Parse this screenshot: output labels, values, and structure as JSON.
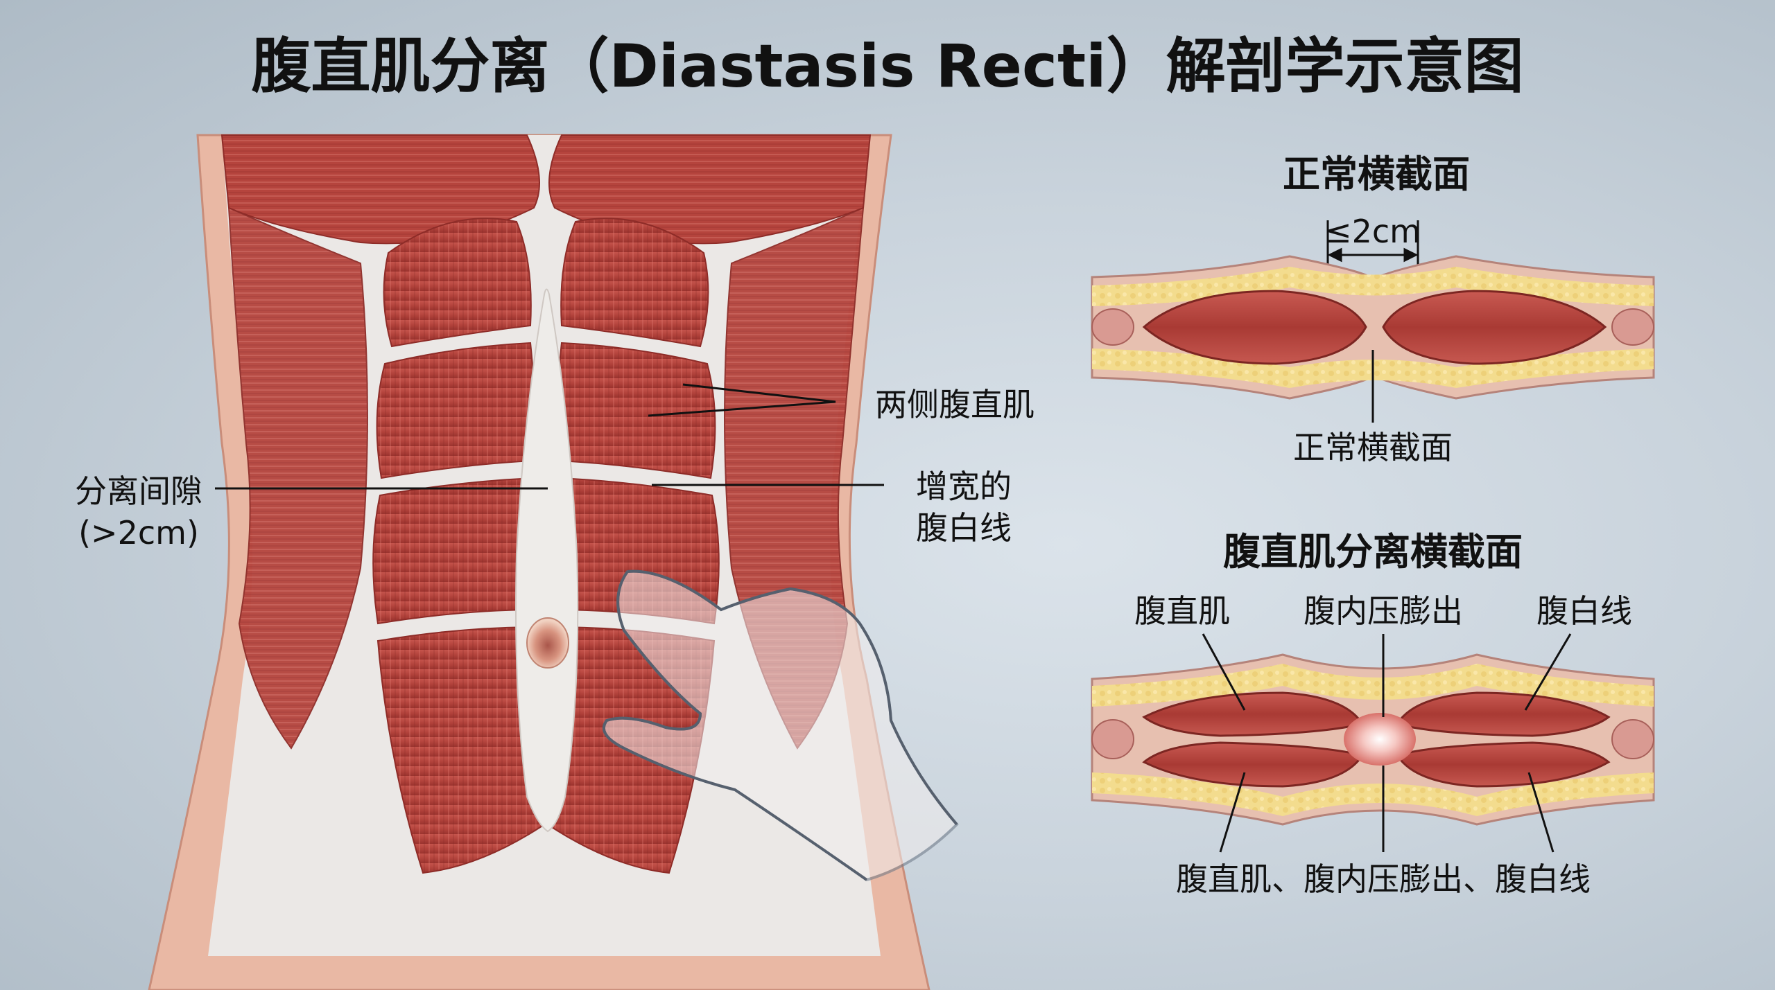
{
  "title": "腹直肌分离（Diastasis Recti）解剖学示意图",
  "left_labels": {
    "gap_line1": "分离间隙",
    "gap_line2": "(>2cm)",
    "both_rectus": "两侧腹直肌",
    "linea_line1": "增宽的",
    "linea_line2": "腹白线"
  },
  "normal_section": {
    "heading": "正常横截面",
    "measure": "≤2cm",
    "caption": "正常横截面"
  },
  "diastasis_section": {
    "heading": "腹直肌分离横截面",
    "label_rectus": "腹直肌",
    "label_pressure": "腹内压膨出",
    "label_linea": "腹白线",
    "caption": "腹直肌、腹内压膨出、腹白线"
  },
  "colors": {
    "muscle": "#b8463f",
    "muscle_dark": "#8e2c28",
    "fascia": "#e9e6e3",
    "fat": "#f1d98a",
    "skin": "#e8b3a0"
  }
}
